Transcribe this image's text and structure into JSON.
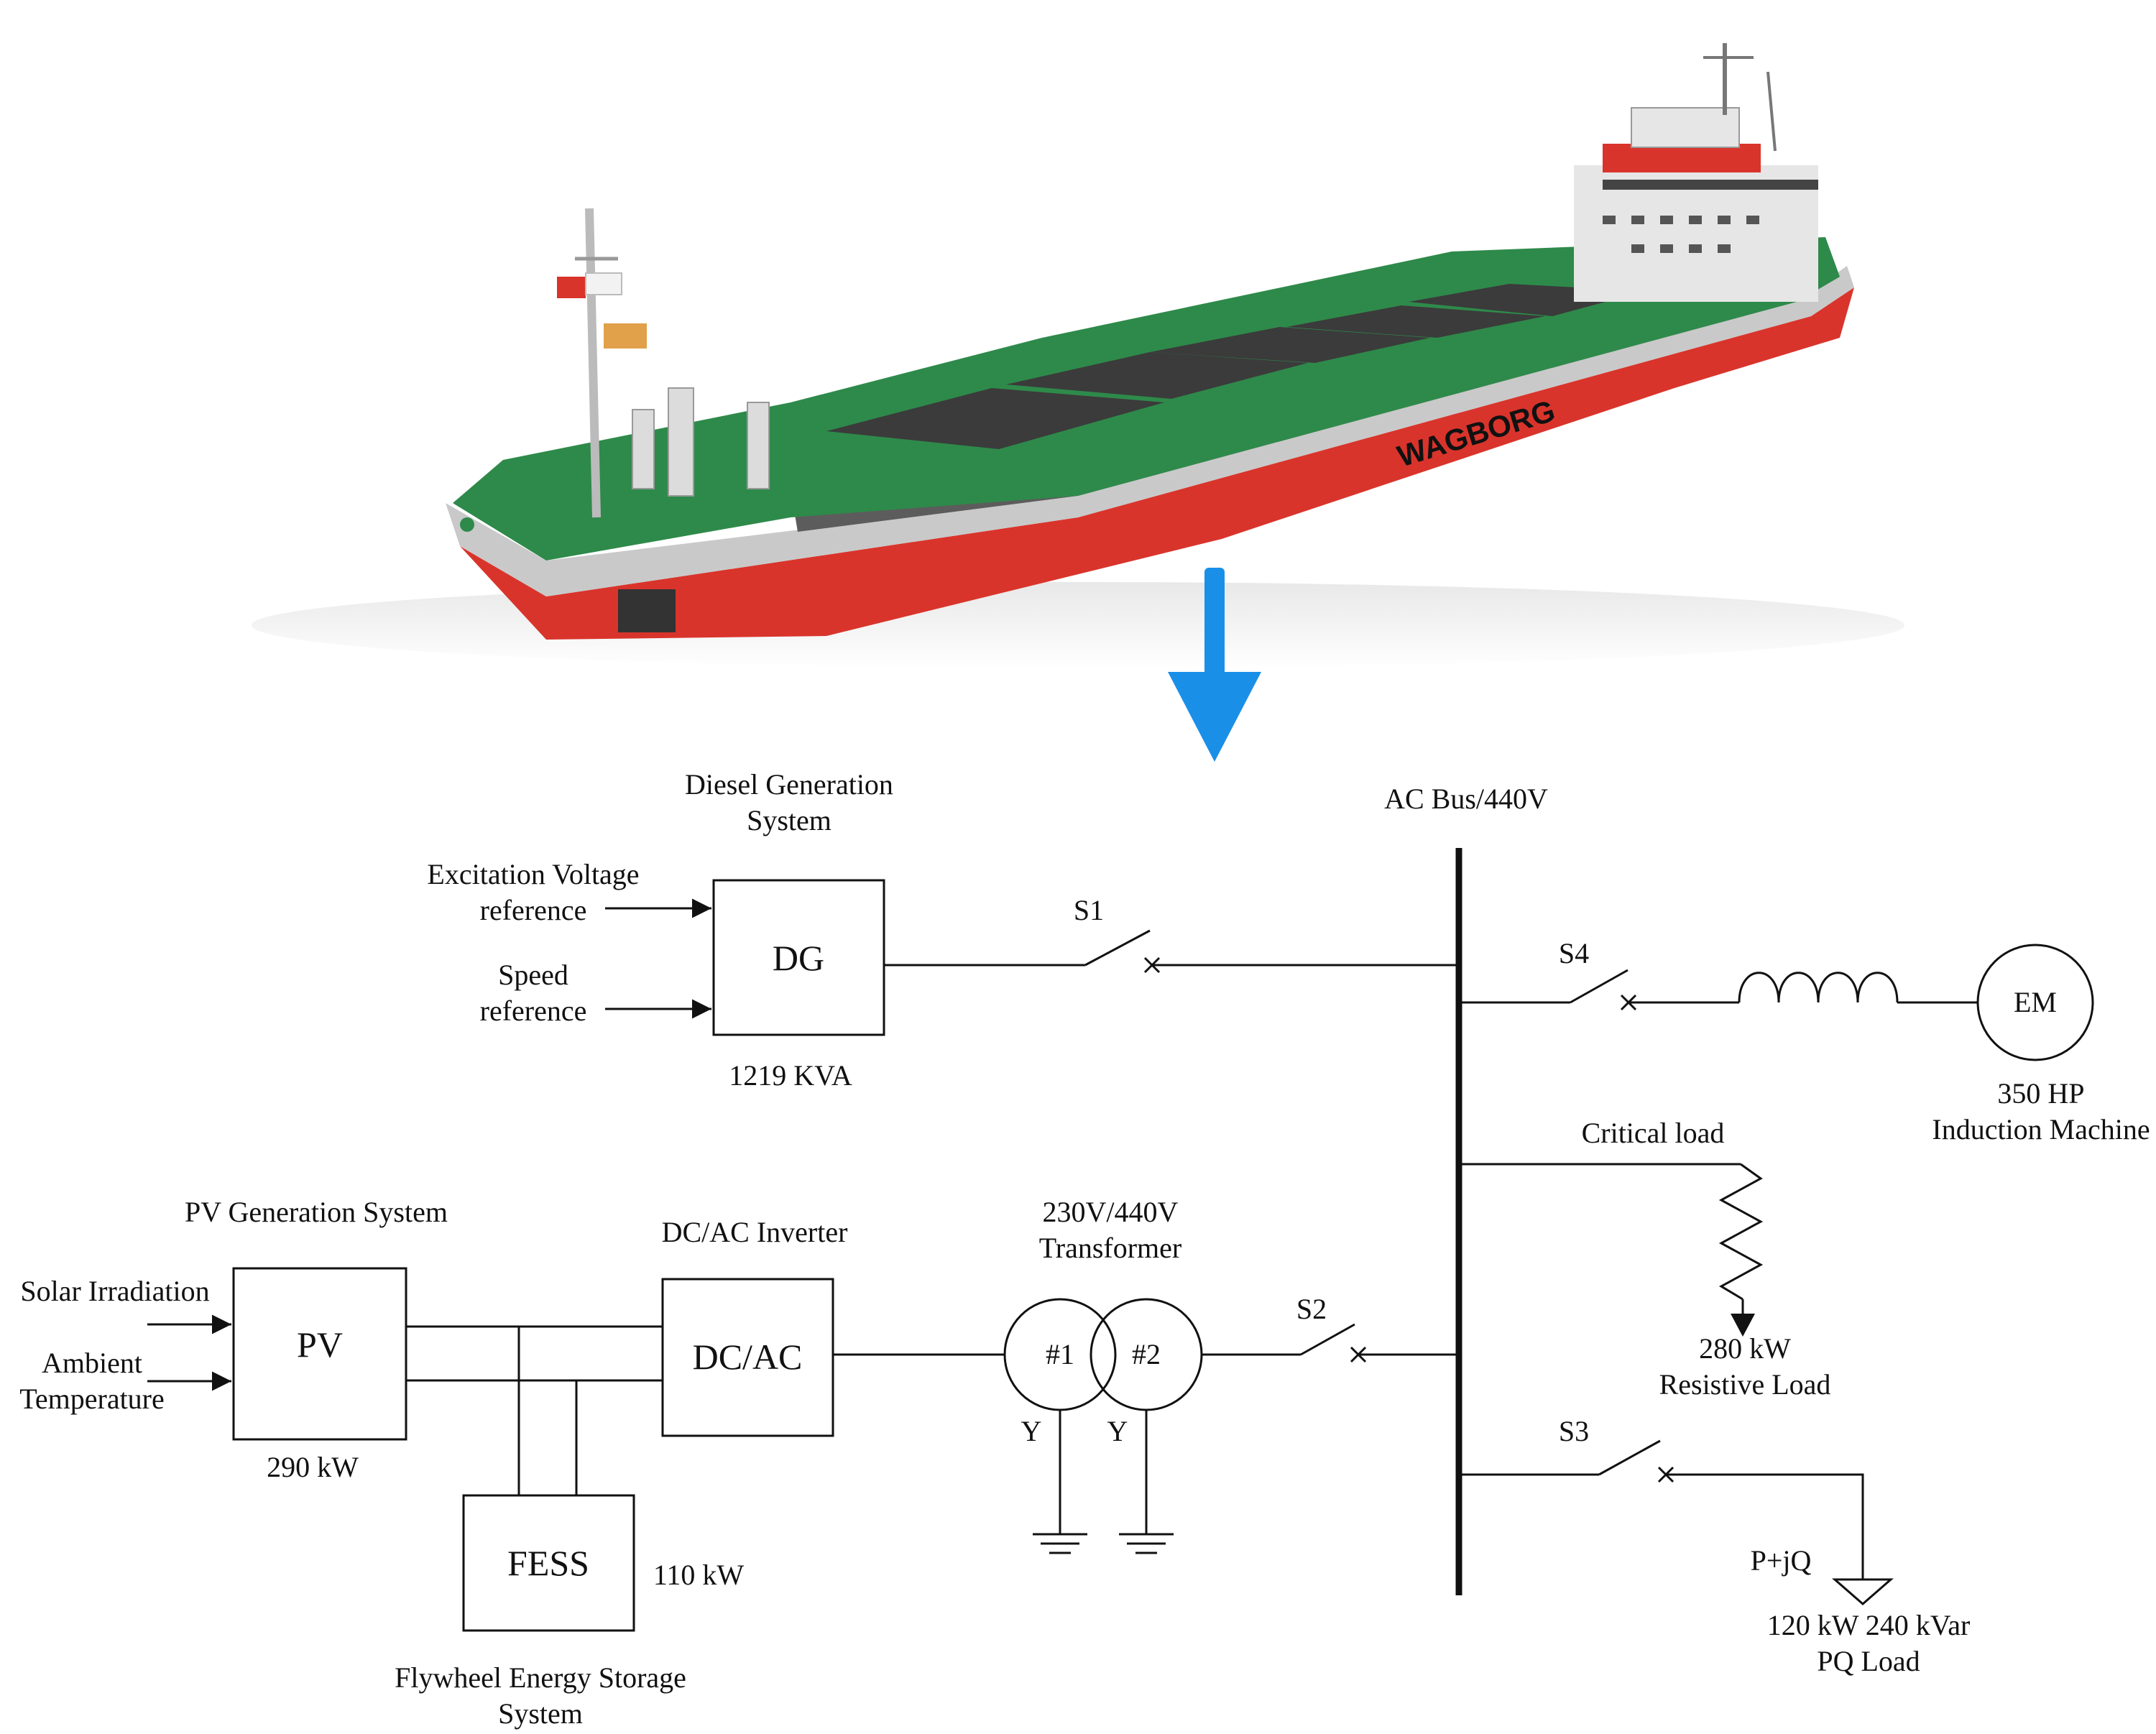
{
  "ship": {
    "hull_name": "WAGBORG",
    "colors": {
      "hull_red": "#d9342b",
      "hull_grey": "#c9c9c9",
      "deck_green": "#2e8a4a",
      "hatch_dark": "#3b3b3b",
      "superstructure": "#e6e6e6",
      "arrow_blue": "#1a8fe8"
    },
    "arrow_icon": "down-arrow-icon"
  },
  "diesel": {
    "title_line1": "Diesel Generation",
    "title_line2": "System",
    "box_label": "DG",
    "rating": "1219 KVA",
    "input1_line1": "Excitation Voltage",
    "input1_line2": "reference",
    "input2_line1": "Speed",
    "input2_line2": "reference"
  },
  "bus": {
    "label": "AC Bus/440V"
  },
  "switches": {
    "s1": "S1",
    "s2": "S2",
    "s3": "S3",
    "s4": "S4"
  },
  "motor": {
    "box_label": "EM",
    "rating_line1": "350 HP",
    "rating_line2": "Induction Machine"
  },
  "critical": {
    "label": "Critical load",
    "rating_line1": "280 kW",
    "rating_line2": "Resistive Load"
  },
  "pq": {
    "symbol_label": "P+jQ",
    "rating_line1": "120 kW 240 kVar",
    "rating_line2": "PQ Load"
  },
  "pv": {
    "title": "PV Generation System",
    "box_label": "PV",
    "rating": "290 kW",
    "input1": "Solar  Irradiation",
    "input2_line1": "Ambient",
    "input2_line2": "Temperature"
  },
  "inverter": {
    "title": "DC/AC Inverter",
    "box_label": "DC/AC"
  },
  "fess": {
    "box_label": "FESS",
    "rating": "110 kW",
    "title_line1": "Flywheel Energy Storage",
    "title_line2": "System"
  },
  "transformer": {
    "title_line1": "230V/440V",
    "title_line2": "Transformer",
    "winding1": "#1",
    "winding2": "#2",
    "conn1": "Y",
    "conn2": "Y"
  }
}
